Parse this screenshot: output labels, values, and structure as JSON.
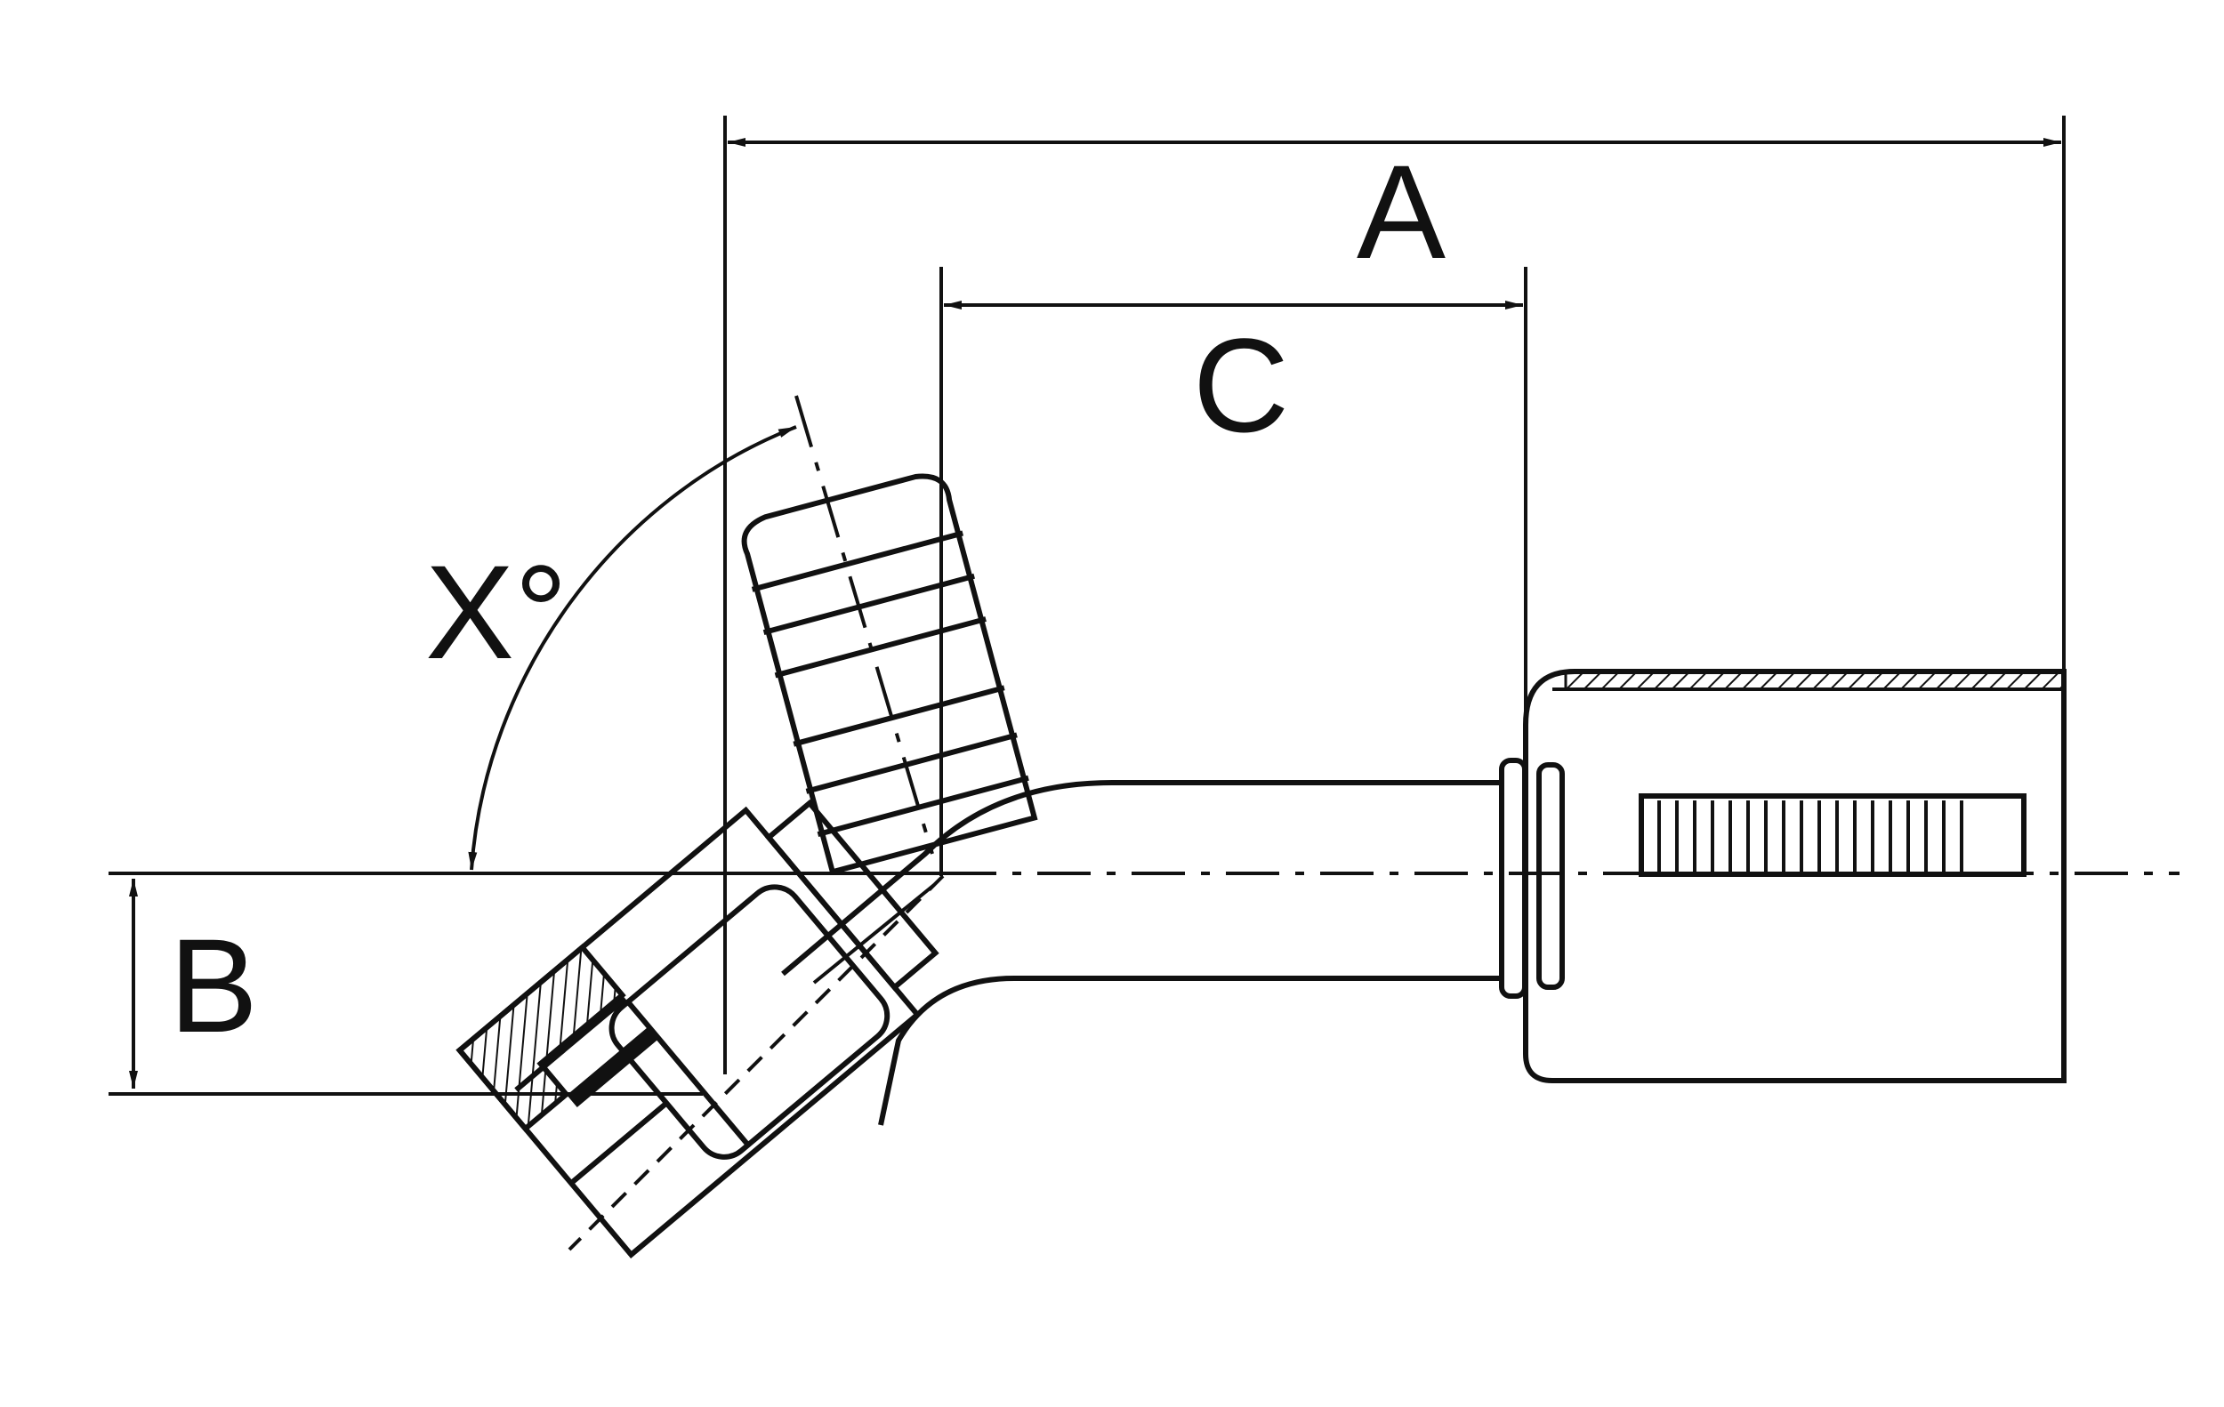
{
  "labels": {
    "dim_a": "A",
    "dim_b": "B",
    "dim_c": "C",
    "angle_x": "X°"
  },
  "colors": {
    "line": "#111111",
    "background": "#ffffff"
  }
}
